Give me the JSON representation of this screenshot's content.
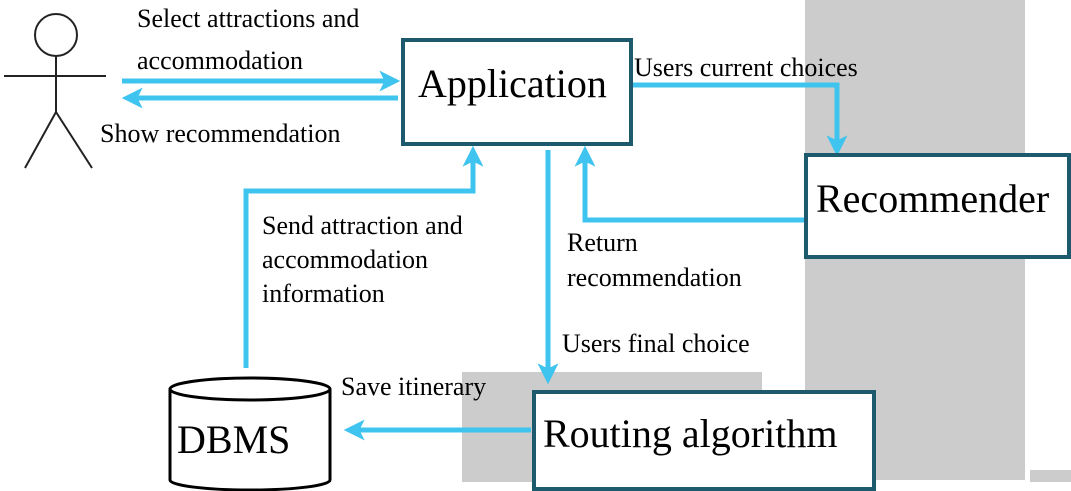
{
  "colors": {
    "arrow": "#3fc4f0",
    "box_border": "#1e5a6e",
    "background_panel": "#cccccc",
    "text": "#000000"
  },
  "nodes": {
    "actor": {
      "icon": "stick-figure-actor-icon"
    },
    "application": {
      "label": "Application"
    },
    "recommender": {
      "label": "Recommender"
    },
    "routing": {
      "label": "Routing algorithm"
    },
    "dbms": {
      "label": "DBMS",
      "icon": "database-cylinder-icon"
    }
  },
  "edges": {
    "select_line1": "Select attractions and",
    "select_line2": "accommodation",
    "show_recommendation": "Show recommendation",
    "users_current_choices": "Users current choices",
    "send_info_line1": "Send attraction and",
    "send_info_line2": "accommodation",
    "send_info_line3": "information",
    "return_line1": "Return",
    "return_line2": "recommendation",
    "users_final_choice": "Users final choice",
    "save_itinerary": "Save itinerary"
  }
}
